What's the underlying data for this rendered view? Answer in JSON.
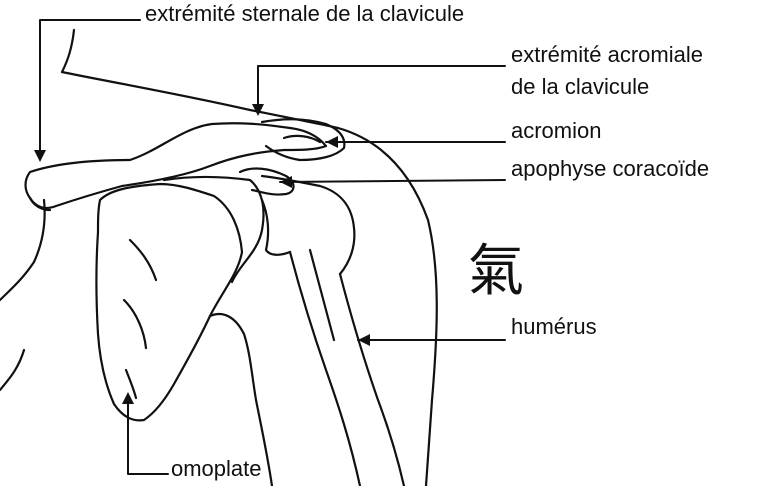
{
  "labels": {
    "sternal_end": "extrémité sternale de la clavicule",
    "acromial_end_line1": "extrémité  acromiale",
    "acromial_end_line2": "de la clavicule",
    "acromion": "acromion",
    "coracoid": "apophyse coracoïde",
    "humerus": "humérus",
    "scapula": "omoplate"
  },
  "glyph": "氣",
  "colors": {
    "ink": "#111111",
    "background": "#ffffff"
  }
}
